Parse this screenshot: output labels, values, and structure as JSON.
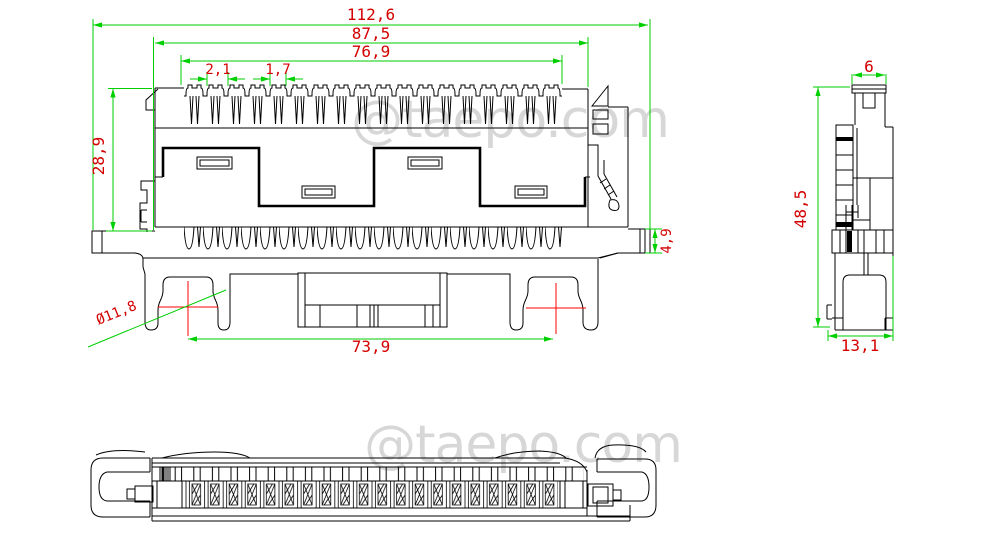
{
  "watermark": {
    "text": "@taepo.com",
    "color": "#d7d7d7"
  },
  "colors": {
    "line": "#000000",
    "dimension_line": "#00cf00",
    "dimension_text": "#d40000",
    "centerline": "#ff0000"
  },
  "views": {
    "front": {
      "dims": {
        "overall_width": "112,6",
        "mid_width": "87,5",
        "contact_width": "76,9",
        "slot_pitch_a": "2,1",
        "slot_pitch_b": "1,7",
        "body_height": "28,9",
        "flange_height": "4,9",
        "hole_diameter": "Ø11,8",
        "leg_span": "73,9"
      }
    },
    "side": {
      "dims": {
        "top_width": "6",
        "overall_height": "48,5",
        "depth": "13,1"
      }
    }
  }
}
